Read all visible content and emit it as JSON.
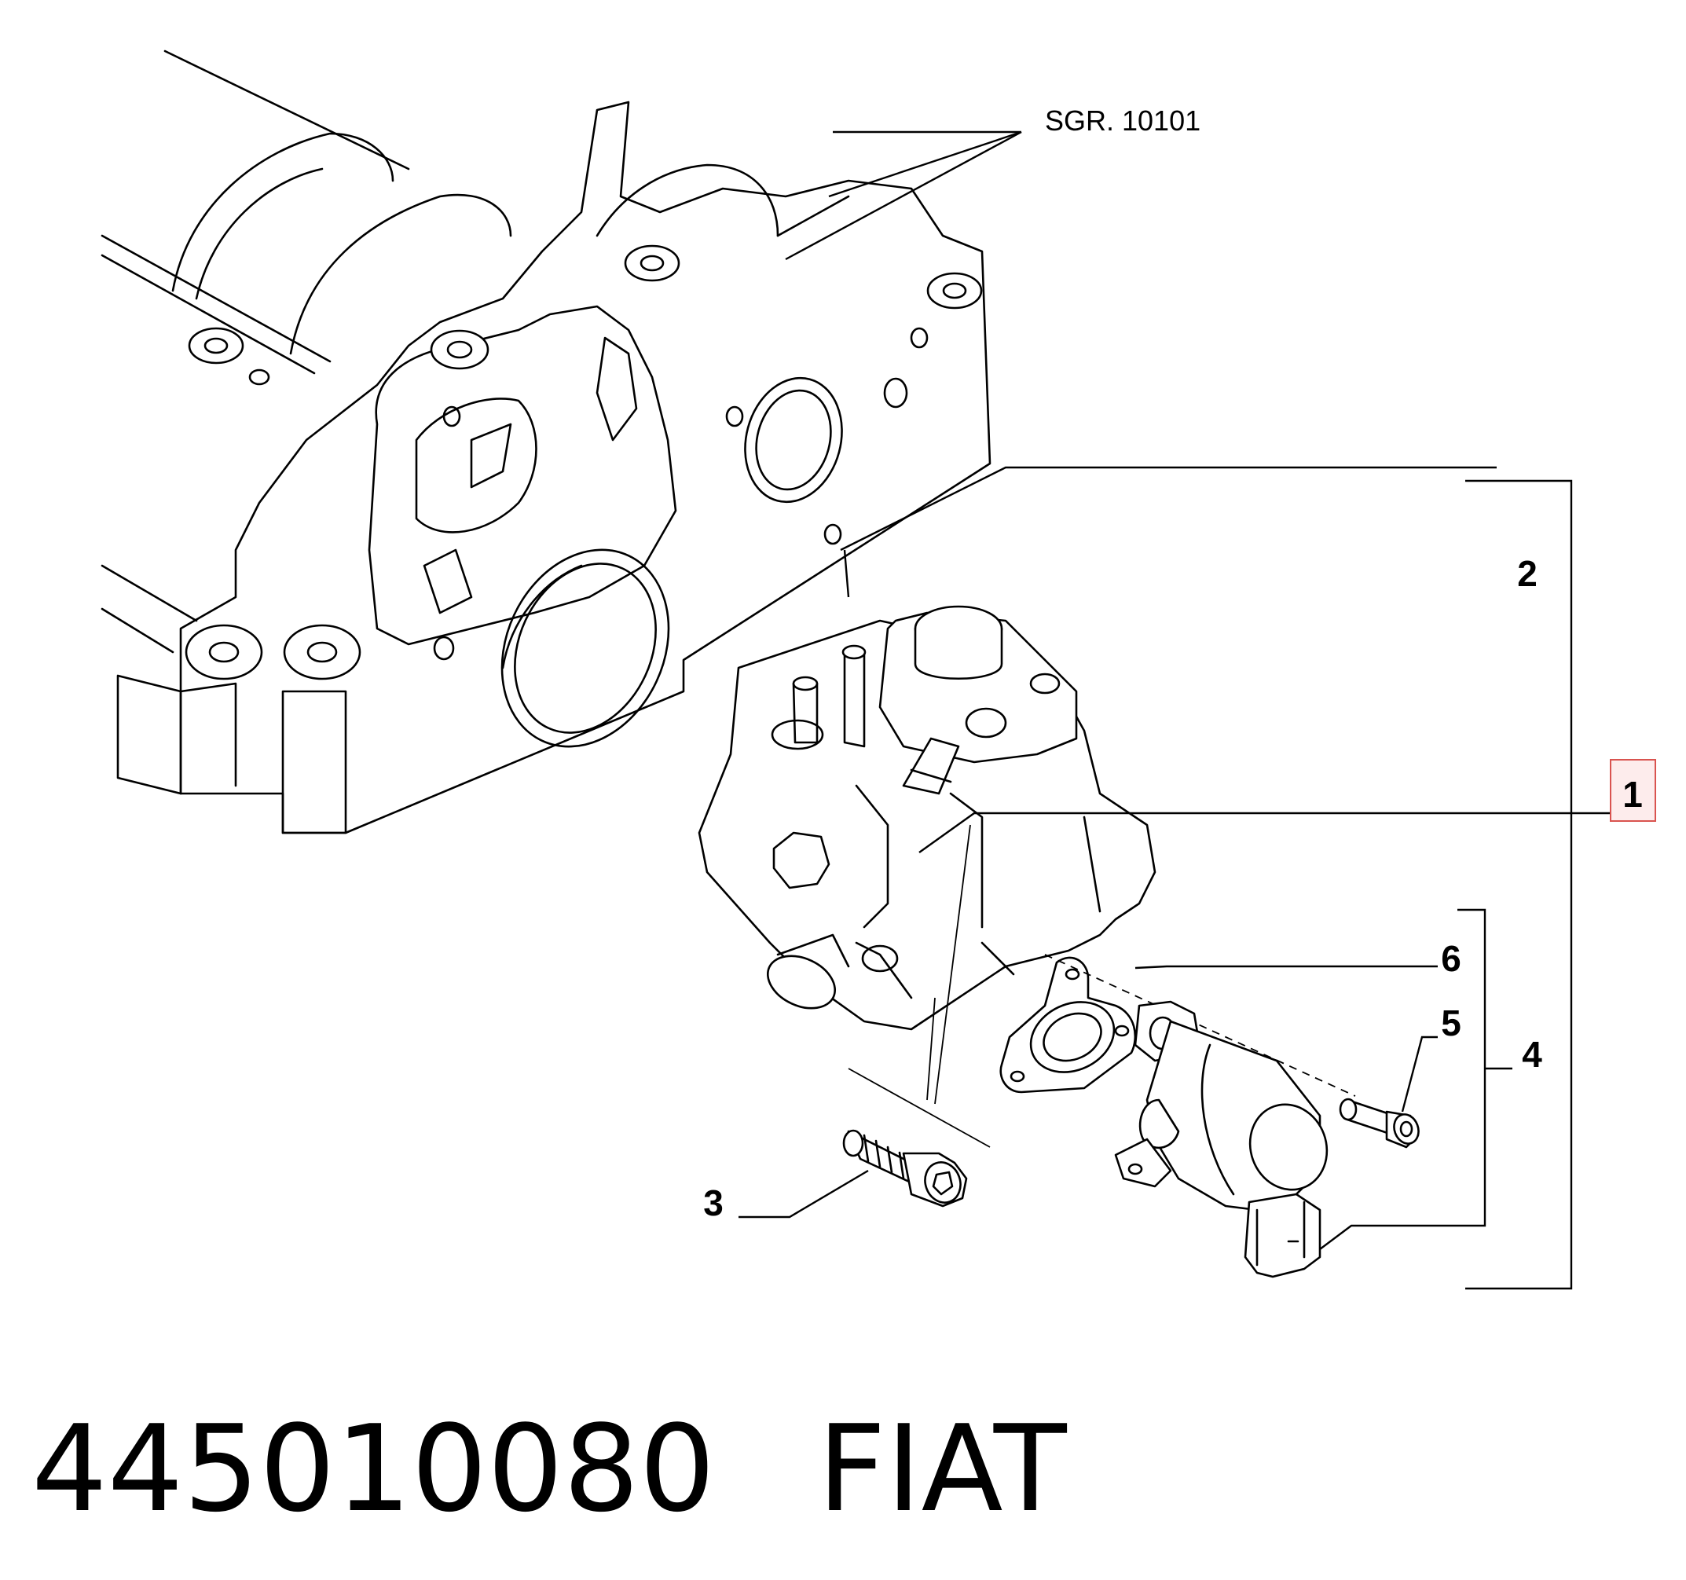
{
  "diagram": {
    "reference_label": "SGR. 10101",
    "callouts": [
      {
        "id": "1",
        "text": "1",
        "highlighted": true
      },
      {
        "id": "2",
        "text": "2"
      },
      {
        "id": "3",
        "text": "3"
      },
      {
        "id": "4",
        "text": "4"
      },
      {
        "id": "5",
        "text": "5"
      },
      {
        "id": "6",
        "text": "6"
      }
    ],
    "highlight_color": "#d9534f"
  },
  "footer": {
    "part_number": "445010080",
    "brand": "FIAT"
  }
}
